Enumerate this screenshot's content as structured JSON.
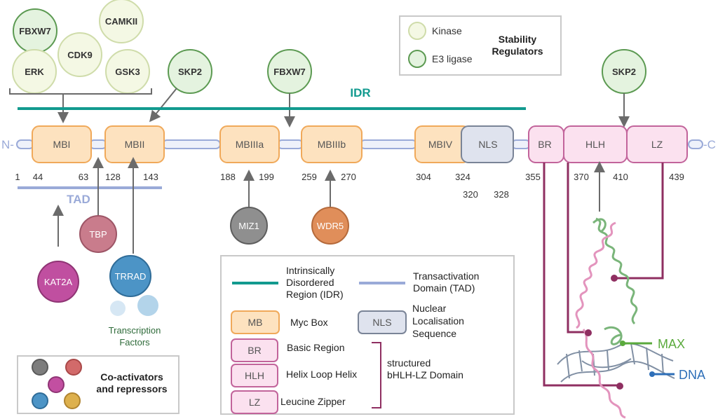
{
  "stability_regulators": {
    "kinases": [
      "CAMKII",
      "ERK",
      "CDK9",
      "GSK3"
    ],
    "e3_ligases_top": [
      "FBXW7",
      "SKP2",
      "FBXW7",
      "SKP2"
    ],
    "legend_kinase": "Kinase",
    "legend_e3": "E3 ligase",
    "legend_title_1": "Stability",
    "legend_title_2": "Regulators"
  },
  "idr_label": "IDR",
  "tad_label": "TAD",
  "termini": {
    "n": "N-",
    "c": "-C"
  },
  "domains": {
    "mbi": "MBI",
    "mbii": "MBII",
    "mbiiia": "MBIIIa",
    "mbiiib": "MBIIIb",
    "mbiv": "MBIV",
    "nls": "NLS",
    "br": "BR",
    "hlh": "HLH",
    "lz": "LZ"
  },
  "positions": [
    "1",
    "44",
    "63",
    "128",
    "143",
    "188",
    "199",
    "259",
    "270",
    "304",
    "324",
    "320",
    "328",
    "355",
    "370",
    "410",
    "439"
  ],
  "binders": {
    "tbp": "TBP",
    "kat2a": "KAT2A",
    "trrad": "TRRAD",
    "miz1": "MIZ1",
    "wdr5": "WDR5",
    "tf_line1": "Transcription",
    "tf_line2": "Factors"
  },
  "coactivators": {
    "line1": "Co-activators",
    "line2": "and repressors"
  },
  "legend": {
    "idr_1": "Intrinsically",
    "idr_2": "Disordered",
    "idr_3": "Region (IDR)",
    "tad_1": "Transactivation",
    "tad_2": "Domain (TAD)",
    "mb_box": "MB",
    "mb_label": "Myc Box",
    "nls_box": "NLS",
    "nls_1": "Nuclear",
    "nls_2": "Localisation",
    "nls_3": "Sequence",
    "br_box": "BR",
    "br_label": "Basic Region",
    "hlh_box": "HLH",
    "hlh_label": "Helix Loop Helix",
    "lz_box": "LZ",
    "lz_label": "Leucine Zipper",
    "struct_1": "structured",
    "struct_2": "bHLH-LZ Domain"
  },
  "structure_labels": {
    "max": "MAX",
    "dna": "DNA"
  },
  "colors": {
    "idr": "#129a8f",
    "tad": "#9aaad8",
    "mb_fill": "#fde2bf",
    "mb_stroke": "#f0a95a",
    "nls_fill": "#dfe3ee",
    "nls_stroke": "#7a8497",
    "bhlh_fill": "#fbe1ef",
    "bhlh_stroke": "#c2649b",
    "kinase_fill": "#f4f8e4",
    "kinase_stroke": "#cfdcaa",
    "e3_fill": "#e4f3df",
    "e3_stroke": "#5c9a52",
    "connector": "#8f2f61",
    "max": "#5aaa3c",
    "dna": "#2e6fb8"
  }
}
